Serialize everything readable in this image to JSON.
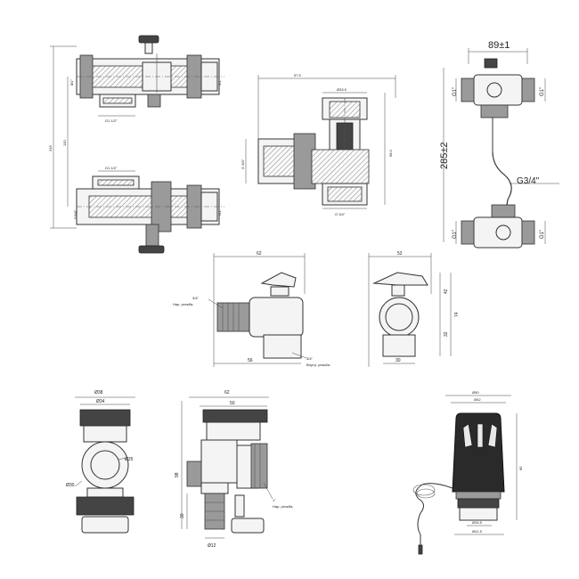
{
  "drawings": {
    "manifold": {
      "dim_total": "318",
      "dim_center": "130",
      "label_top_thread": "G1 1/2\"",
      "label_bottom_thread": "G1 1/2\"",
      "label_left_top": "Ø1\"",
      "label_right_top": "G1\"",
      "label_left_bottom": "G3/4\"",
      "label_right_bottom": "G1\""
    },
    "angle_valve": {
      "dim_length": "57.5",
      "dim_cap": "Ø33.5",
      "dim_height": "68.0",
      "label_side_thread": "G 3/4\"",
      "label_bottom_thread": "G 3/4\""
    },
    "bypass": {
      "dim_width": "89±1",
      "dim_height": "285±2",
      "label_mid_thread": "G3/4\"",
      "label_top_left": "G1\"",
      "label_top_right": "G1\"",
      "label_bottom_left": "G1\"",
      "label_bottom_right": "G1\""
    },
    "ball_valve_side": {
      "dim_top": "62",
      "dim_bottom": "56",
      "callout_ext_size": "3/4\"",
      "callout_ext_text": "Нар. резьба.",
      "callout_int_size": "3/4\"",
      "callout_int_text": "Внутр. резьба."
    },
    "ball_valve_front": {
      "dim_top": "52",
      "dim_bottom": "30",
      "dim_upper": "42",
      "dim_total": "74",
      "dim_lower": "32"
    },
    "drain_front": {
      "dim_outer": "Ø38",
      "dim_inner": "Ø34",
      "dim_bore": "Ø25",
      "dim_flange": "Ø30"
    },
    "drain_side": {
      "dim_top": "62",
      "dim_inner": "50",
      "dim_height": "98",
      "dim_low": "30",
      "dim_nozzle": "Ø12",
      "callout_size": "1\"",
      "callout_text": "Нар. резьба."
    },
    "thermostat": {
      "dim_top_outer": "Ø50",
      "dim_top_inner": "Ø42",
      "dim_height": "85",
      "dim_bottom_inner": "Ø34.5",
      "dim_bottom_outer": "Ø41.5"
    }
  }
}
